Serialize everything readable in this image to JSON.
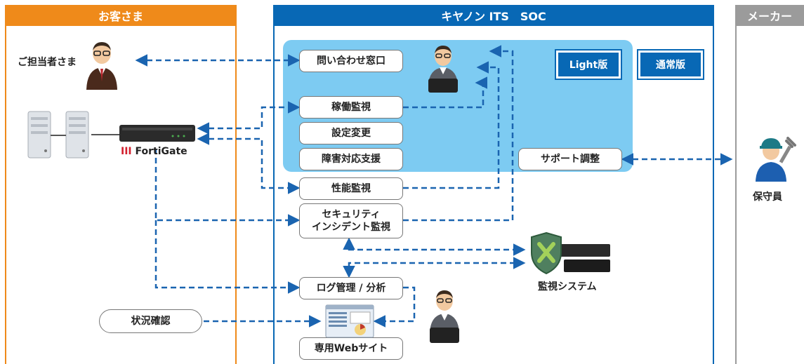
{
  "columns": {
    "customer": {
      "title": "お客さま",
      "color": "#ef8a1a"
    },
    "soc": {
      "title": "キヤノン ITS　SOC",
      "color": "#0868b5"
    },
    "maker": {
      "title": "メーカー",
      "color": "#9b9b9b"
    }
  },
  "customer": {
    "person_label": "ご担当者さま",
    "device_label": "FortiGate",
    "status_button": "状況確認"
  },
  "soc": {
    "services": [
      "問い合わせ窓口",
      "稼働監視",
      "設定変更",
      "障害対応支援",
      "性能監視"
    ],
    "security_monitor": [
      "セキュリティ",
      "インシデント監視"
    ],
    "log_mgmt": "ログ管理 / 分析",
    "web_site": "専用Webサイト",
    "support": "サポート調整",
    "light_badge": "Light版",
    "normal_badge": "通常版",
    "monitor_system": "監視システム"
  },
  "maker": {
    "staff_label": "保守員"
  },
  "colors": {
    "light_panel": "#7dcbf2",
    "arrow": "#1a64b0"
  }
}
